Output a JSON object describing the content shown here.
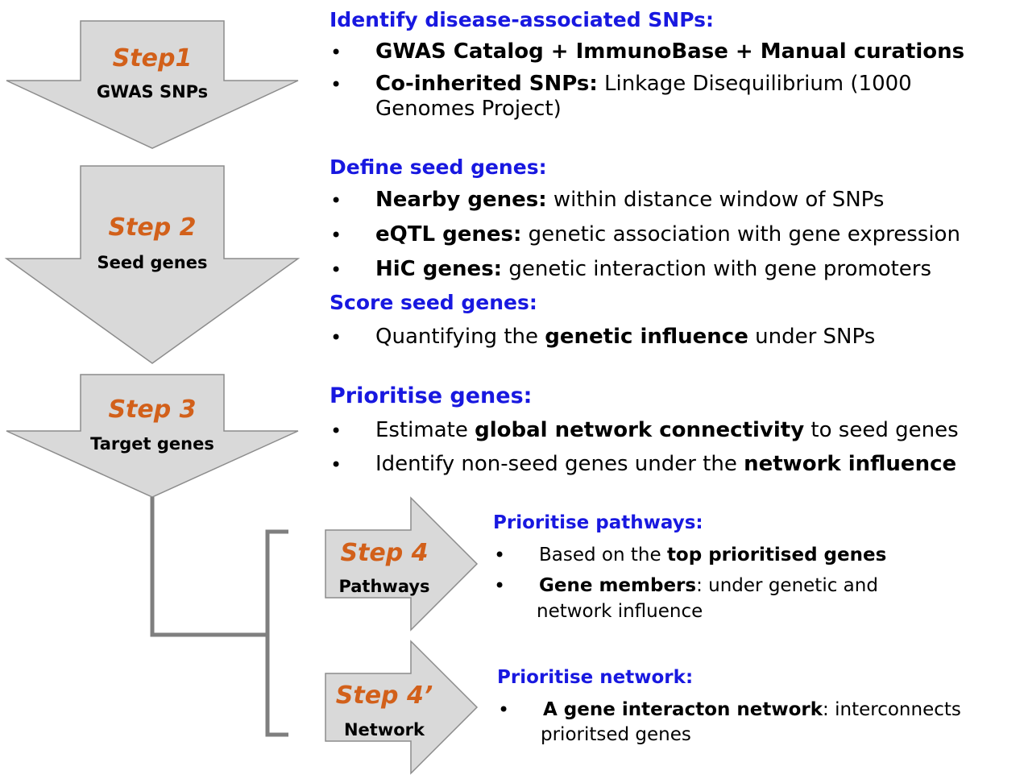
{
  "colors": {
    "step": "#d2601a",
    "heading": "#1818e0",
    "arrow_fill": "#d9d9d9",
    "arrow_stroke": "#8c8c8c",
    "connector": "#7f7f7f"
  },
  "steps": [
    {
      "label": "Step1",
      "sub": "GWAS SNPs"
    },
    {
      "label": "Step 2",
      "sub": "Seed genes"
    },
    {
      "label": "Step 3",
      "sub": "Target genes"
    },
    {
      "label": "Step 4",
      "sub": "Pathways"
    },
    {
      "label": "Step 4’",
      "sub": "Network"
    }
  ],
  "sections": {
    "identify": {
      "heading": "Identify disease-associated SNPs:",
      "b1": "GWAS Catalog +  ImmunoBase + Manual curations",
      "b2_bold": "Co-inherited SNPs:",
      "b2_text": " Linkage Disequilibrium (1000",
      "b2_cont": "Genomes Project)"
    },
    "define": {
      "heading": "Define seed genes:",
      "b1_bold": "Nearby genes:",
      "b1_text": " within distance window of SNPs",
      "b2_bold": "eQTL genes:",
      "b2_text": " genetic association with gene expression",
      "b3_bold": "HiC genes:",
      "b3_text": " genetic interaction with gene promoters"
    },
    "score": {
      "heading": "Score seed genes:",
      "b1_a": "Quantifying the ",
      "b1_bold": "genetic influence",
      "b1_b": " under SNPs"
    },
    "prioritise_genes": {
      "heading": "Prioritise genes:",
      "b1_a": "Estimate ",
      "b1_bold": "global network connectivity",
      "b1_b": " to seed genes",
      "b2_a": "Identify non-seed genes under the ",
      "b2_bold": "network influence"
    },
    "pathways": {
      "heading": "Prioritise pathways:",
      "b1_a": "Based on the ",
      "b1_bold": "top prioritised genes",
      "b2_bold": "Gene members",
      "b2_text": ": under genetic and",
      "b2_cont": "network influence"
    },
    "network": {
      "heading": "Prioritise network:",
      "b1_bold": "A gene interacton network",
      "b1_text": ": interconnects",
      "b1_cont": "prioritsed genes"
    }
  },
  "bullet_char": "•"
}
